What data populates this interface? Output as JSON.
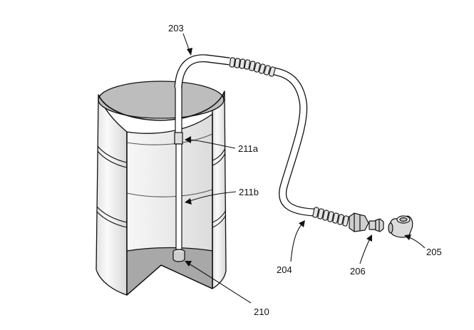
{
  "figure": {
    "style": "patent line drawing",
    "subject": "drum with dip tube, flexible hose and fittings",
    "colors": {
      "line": "#111111",
      "drum_fill": "#f2f2f2",
      "inner_fill": "#ececec",
      "lid_fill": "#bdbdbd",
      "floor_fill": "#a8a8a8",
      "hose_fill": "#ffffff",
      "fitting_fill": "#cfcfcf"
    },
    "callouts": {
      "c203": "203",
      "c211a": "211a",
      "c211b": "211b",
      "c204": "204",
      "c206": "206",
      "c205": "205",
      "c210": "210"
    }
  }
}
